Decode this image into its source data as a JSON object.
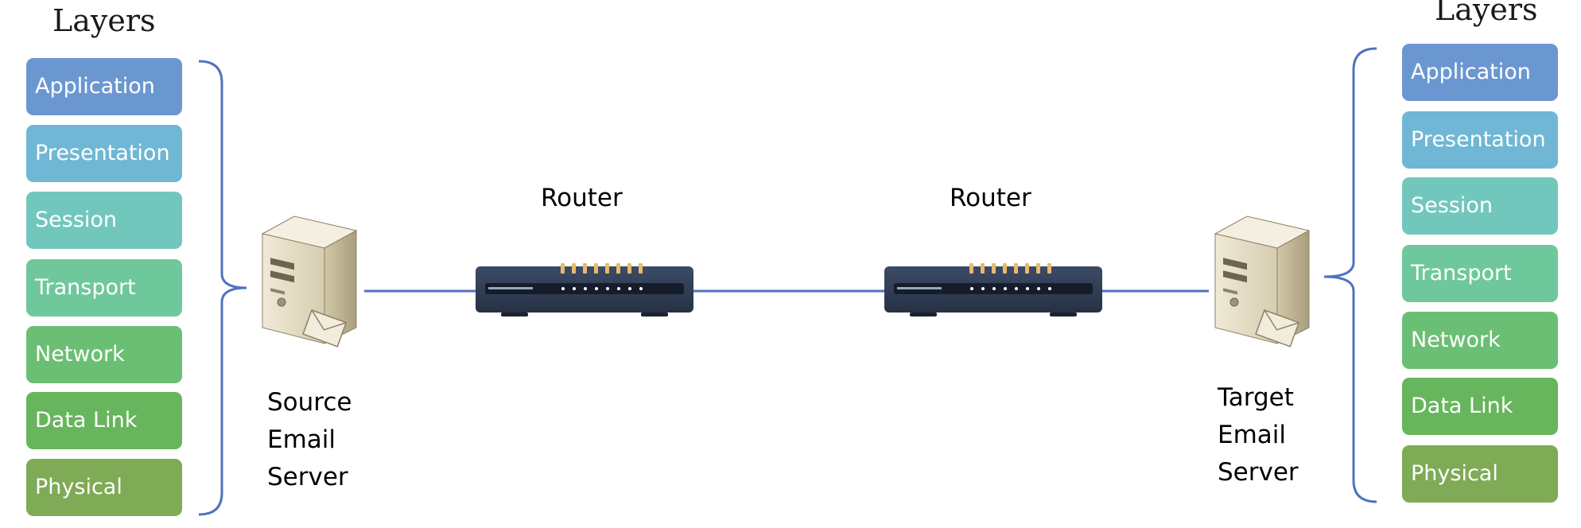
{
  "left_stack": {
    "title": "Layers",
    "layers": [
      {
        "label": "Application",
        "color": "#6b97d1"
      },
      {
        "label": "Presentation",
        "color": "#6fb7d4"
      },
      {
        "label": "Session",
        "color": "#72c7bd"
      },
      {
        "label": "Transport",
        "color": "#6fc89c"
      },
      {
        "label": "Network",
        "color": "#6bbf74"
      },
      {
        "label": "Data Link",
        "color": "#67b55c"
      },
      {
        "label": "Physical",
        "color": "#7faa56"
      }
    ]
  },
  "right_stack": {
    "title": "Layers",
    "layers": [
      {
        "label": "Application",
        "color": "#6b97d1"
      },
      {
        "label": "Presentation",
        "color": "#6fb7d4"
      },
      {
        "label": "Session",
        "color": "#72c7bd"
      },
      {
        "label": "Transport",
        "color": "#6fc89c"
      },
      {
        "label": "Network",
        "color": "#6bbf74"
      },
      {
        "label": "Data Link",
        "color": "#67b55c"
      },
      {
        "label": "Physical",
        "color": "#7faa56"
      }
    ]
  },
  "nodes": {
    "source_server": {
      "lines": [
        "Source",
        "Email",
        "Server"
      ],
      "icon": "email-server-icon"
    },
    "router_1": {
      "label": "Router",
      "icon": "router-icon"
    },
    "router_2": {
      "label": "Router",
      "icon": "router-icon"
    },
    "target_server": {
      "lines": [
        "Target",
        "Email",
        "Server"
      ],
      "icon": "email-server-icon"
    }
  },
  "colors": {
    "link_line": "#4f73c0",
    "bracket": "#4f73c0",
    "router_body": "#2f3b52",
    "router_led": "#e8b96b"
  }
}
